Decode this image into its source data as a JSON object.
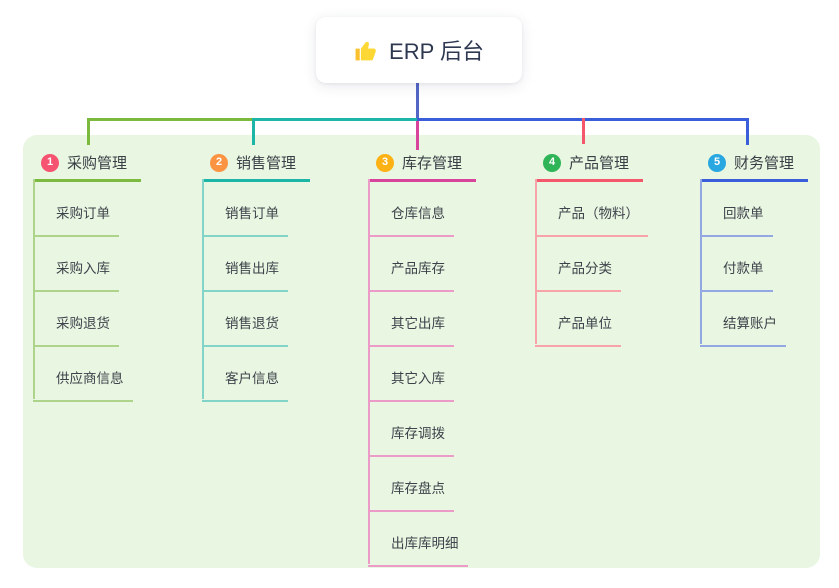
{
  "root": {
    "label": "ERP 后台",
    "icon": "thumbs-up"
  },
  "colors": {
    "panel_bg": "#e9f6e2",
    "root_stem": "#5366c6",
    "root_text": "#2e3850"
  },
  "branches": [
    {
      "index": "1",
      "label": "采购管理",
      "badge_color": "#f5536f",
      "line_color": "#7cb93f",
      "light_color": "#aed38a",
      "children": [
        "采购订单",
        "采购入库",
        "采购退货",
        "供应商信息"
      ]
    },
    {
      "index": "2",
      "label": "销售管理",
      "badge_color": "#fa9442",
      "line_color": "#1cb5a6",
      "light_color": "#82d3c8",
      "children": [
        "销售订单",
        "销售出库",
        "销售退货",
        "客户信息"
      ]
    },
    {
      "index": "3",
      "label": "库存管理",
      "badge_color": "#fcb215",
      "line_color": "#d8449c",
      "light_color": "#ec9bc8",
      "children": [
        "仓库信息",
        "产品库存",
        "其它出库",
        "其它入库",
        "库存调拨",
        "库存盘点",
        "出库库明细"
      ]
    },
    {
      "index": "4",
      "label": "产品管理",
      "badge_color": "#2fb558",
      "line_color": "#f4566c",
      "light_color": "#f8a2aa",
      "children": [
        "产品（物料）",
        "产品分类",
        "产品单位"
      ]
    },
    {
      "index": "5",
      "label": "财务管理",
      "badge_color": "#28a7e0",
      "line_color": "#3a5dd9",
      "light_color": "#93a7e3",
      "children": [
        "回款单",
        "付款单",
        "结算账户"
      ]
    }
  ]
}
